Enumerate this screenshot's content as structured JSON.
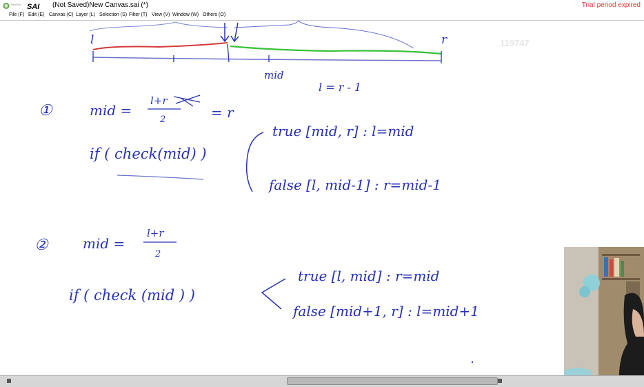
{
  "app": {
    "logo_text": "PaintTool SAI",
    "window_title": "(Not Saved)New Canvas.sai (*)",
    "trial_notice": "Trial period expired"
  },
  "menu": {
    "file": "File (F)",
    "edit": "Edit (E)",
    "canvas": "Canvas (C)",
    "layer": "Layer (L)",
    "selection": "Selection (S)",
    "filter": "Filter (T)",
    "view": "View (V)",
    "window": "Window (W)",
    "others": "Others (O)"
  },
  "canvas": {
    "watermark": "119747",
    "notes": {
      "label_l": "l",
      "label_r": "r",
      "label_mid": "mid",
      "l_eq": "l = r - 1",
      "c1_num": "①",
      "c1_mid": "mid =",
      "c1_frac_num": "l+r",
      "c1_frac_den": "2",
      "c1_tail": "= r",
      "c1_if": "if ( check(mid) )",
      "c1_true": "true  [mid, r] : l=mid",
      "c1_false": "false  [l, mid-1] :  r=mid-1",
      "c2_num": "②",
      "c2_mid": "mid =",
      "c2_frac_num": "l+r",
      "c2_frac_den": "2",
      "c2_if": "if ( check (mid ) )",
      "c2_true": "true [l, mid]  :  r=mid",
      "c2_false": "false [mid+1, r] :  l=mid+1"
    },
    "colors": {
      "ink": "#2732b8",
      "red_segment": "#d63a3a",
      "green_segment": "#39c23a",
      "axis": "#6b75c9"
    }
  },
  "scrollbar": {
    "thumb_position": 0.52
  }
}
